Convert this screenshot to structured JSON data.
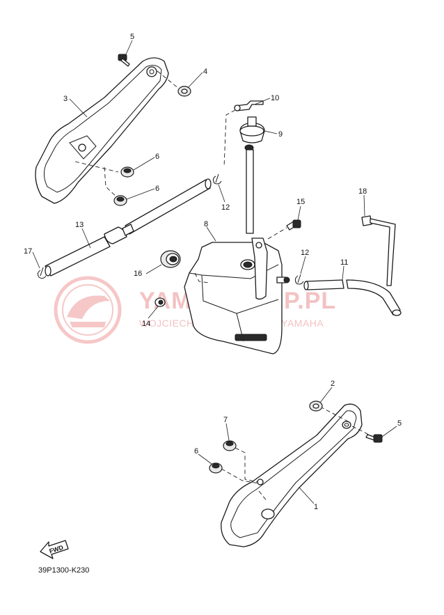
{
  "diagram": {
    "code": "39P1300-K230",
    "fwd_label": "FWD",
    "callouts": {
      "c1": "1",
      "c2": "2",
      "c3": "3",
      "c4": "4",
      "c5a": "5",
      "c5b": "5",
      "c6a": "6",
      "c6b": "6",
      "c6c": "6",
      "c7": "7",
      "c8": "8",
      "c9": "9",
      "c10": "10",
      "c11": "11",
      "c12a": "12",
      "c12b": "12",
      "c13": "13",
      "c14": "14",
      "c15": "15",
      "c16": "16",
      "c17": "17",
      "c18": "18"
    }
  },
  "watermark": {
    "title": "YAMA-SKLEP.PL",
    "subtitle": "WOJCIECHOWICZ / DEALER YAMAHA",
    "color": "#f3c2c2"
  }
}
